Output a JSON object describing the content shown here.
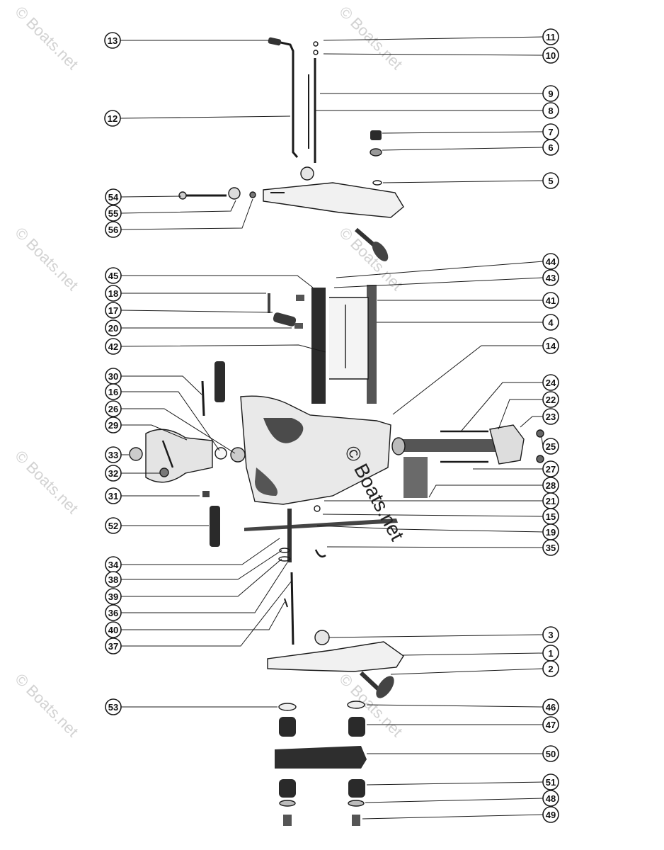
{
  "watermark": "© Boats.net",
  "footer": {
    "line1": "",
    "line2": ""
  },
  "callouts": [
    "13",
    "12",
    "54",
    "55",
    "56",
    "11",
    "10",
    "9",
    "8",
    "7",
    "6",
    "5",
    "44",
    "43",
    "45",
    "18",
    "17",
    "20",
    "42",
    "41",
    "4",
    "14",
    "30",
    "16",
    "26",
    "29",
    "33",
    "32",
    "31",
    "52",
    "24",
    "22",
    "23",
    "25",
    "27",
    "28",
    "21",
    "15",
    "19",
    "35",
    "34",
    "38",
    "39",
    "36",
    "40",
    "37",
    "3",
    "1",
    "2",
    "53",
    "46",
    "47",
    "50",
    "51",
    "48",
    "49"
  ],
  "colors": {
    "ink": "#1a1a1a",
    "paper": "#ffffff",
    "watermark": "#d2d2d2"
  }
}
